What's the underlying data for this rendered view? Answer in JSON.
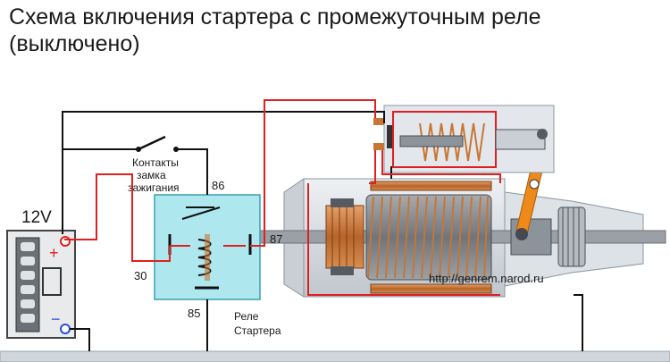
{
  "title_line1": "Схема включения стартера с промежуточным реле",
  "title_line2": "(выключено)",
  "battery": {
    "voltage": "12V",
    "plus": "+",
    "minus": "−"
  },
  "ignition": {
    "label_line1": "Контакты",
    "label_line2": "замка",
    "label_line3": "зажигания"
  },
  "relay": {
    "pin_86": "86",
    "pin_87": "87",
    "pin_30": "30",
    "pin_85": "85",
    "label_line1": "Реле",
    "label_line2": "Стартера"
  },
  "watermark": "http://genrem.narod.ru",
  "colors": {
    "wire_positive": "#e02020",
    "wire_ground": "#111111",
    "relay_body": "#aee8ee",
    "relay_border": "#3aa0b0",
    "starter_body": "#d9dee3",
    "copper": "#c87533",
    "lever": "#ee8a1a",
    "ground_bar": "#cfd6dc"
  },
  "icons": [
    "battery-icon",
    "ignition-switch-icon",
    "relay-coil-icon",
    "starter-motor-icon",
    "solenoid-icon",
    "armature-icon",
    "bendix-gear-icon"
  ]
}
